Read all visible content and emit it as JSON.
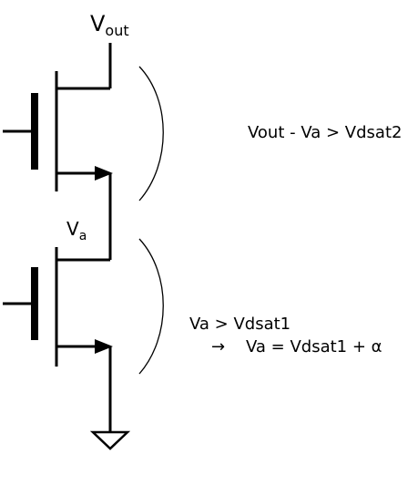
{
  "labels": {
    "vout_main": "V",
    "vout_sub": "out",
    "va_main": "V",
    "va_sub": "a"
  },
  "annotations": {
    "upper_condition": "Vout - Va > Vdsat2",
    "lower_condition": "Va > Vdsat1",
    "arrow_glyph": "→",
    "lower_result": "Va = Vdsat1 + α"
  }
}
